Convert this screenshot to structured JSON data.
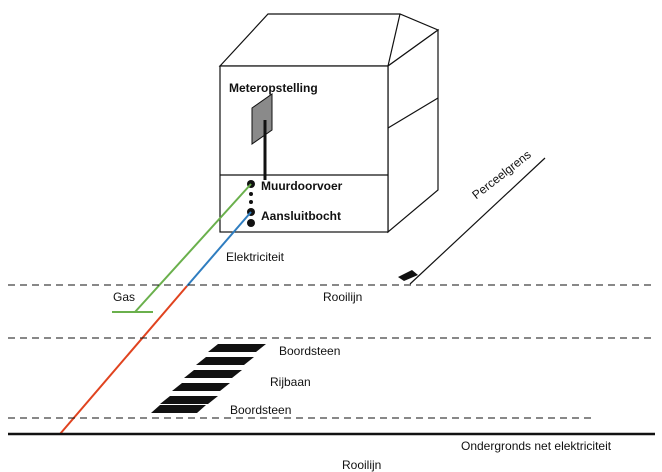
{
  "labels": {
    "meteropstelling": "Meteropstelling",
    "muurdoorvoer": "Muurdoorvoer",
    "aansluitbocht": "Aansluitbocht",
    "elektriciteit": "Elektriciteit",
    "gas": "Gas",
    "rooilijn_top": "Rooilijn",
    "perceelgrens": "Perceelgrens",
    "boordsteen_top": "Boordsteen",
    "rijbaan": "Rijbaan",
    "boordsteen_bottom": "Boordsteen",
    "ondergronds_net": "Ondergronds net elektriciteit",
    "rooilijn_bottom": "Rooilijn"
  },
  "colors": {
    "gas_line": "#6ab04c",
    "electric_line_near": "#2f7dc0",
    "electric_line_far": "#e0431f",
    "outline": "#111111",
    "meter_box": "#8a8a8a"
  }
}
